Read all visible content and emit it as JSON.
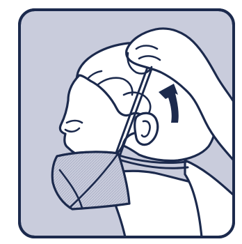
{
  "illustration": {
    "colors": {
      "panel_fill": "#c9ccdc",
      "outline": "#1c2a4d",
      "figure_fill": "#ffffff",
      "mask_fill": "#c9ccdc",
      "arrow_fill": "#1c2a4d"
    },
    "elements": [
      "rounded-square-panel",
      "head-profile",
      "hair",
      "ear",
      "closed-eye",
      "raised-hand",
      "pull-strap",
      "face-mask",
      "mask-edge-strap",
      "mask-rear-strap",
      "neck",
      "shoulder",
      "up-arrow-icon"
    ]
  }
}
